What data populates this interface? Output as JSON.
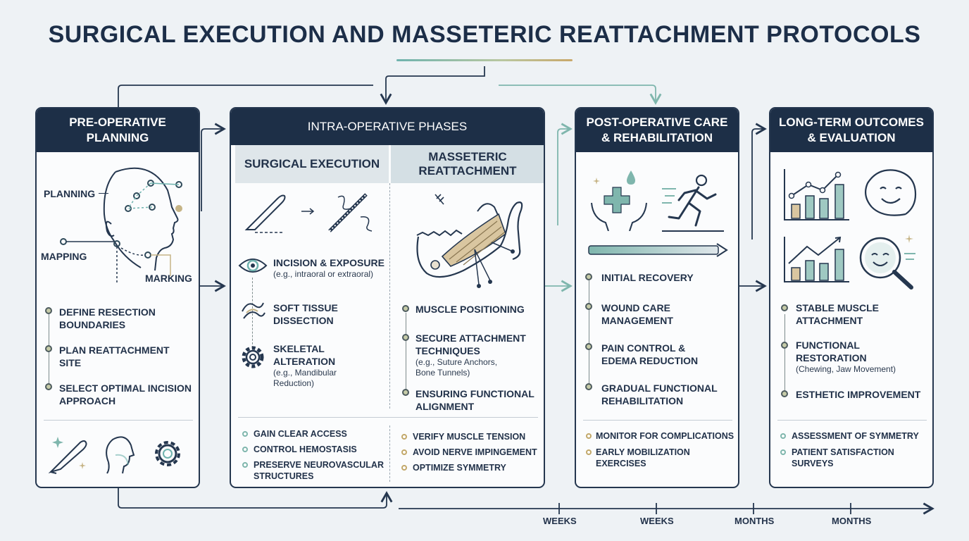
{
  "title": "SURGICAL EXECUTION AND MASSETERIC REATTACHMENT PROTOCOLS",
  "colors": {
    "navy": "#1d2f47",
    "teal": "#6fb3ae",
    "gold": "#c2a86a",
    "subheader_gray": "#dfe6ea"
  },
  "preop": {
    "header": "PRE-OPERATIVE\nPLANNING",
    "labels": {
      "planning": "PLANNING",
      "mapping": "MAPPING",
      "marking": "MARKING"
    },
    "items": [
      "DEFINE RESECTION\nBOUNDARIES",
      "PLAN REATTACHMENT\nSITE",
      "SELECT OPTIMAL INCISION\nAPPROACH"
    ],
    "icons": [
      "face-profile-icon",
      "scalpel-icon",
      "head-icon",
      "gear-icon"
    ]
  },
  "intraop": {
    "header": "INTRA-OPERATIVE PHASES",
    "surgical": {
      "header": "SURGICAL EXECUTION",
      "steps": [
        {
          "title": "INCISION & EXPOSURE",
          "detail": "(e.g., intraoral or extraoral)",
          "icon": "eye-icon"
        },
        {
          "title": "SOFT TISSUE\nDISSECTION",
          "detail": "",
          "icon": "tissue-icon"
        },
        {
          "title": "SKELETAL\nALTERATION",
          "detail": "(e.g., Mandibular\nReduction)",
          "icon": "gear-icon"
        }
      ],
      "notes": [
        "GAIN CLEAR ACCESS",
        "CONTROL HEMOSTASIS",
        "PRESERVE NEUROVASCULAR\nSTRUCTURES"
      ]
    },
    "masseteric": {
      "header": "MASSETERIC\nREATTACHMENT",
      "steps": [
        {
          "title": "MUSCLE POSITIONING",
          "detail": ""
        },
        {
          "title": "SECURE ATTACHMENT\nTECHNIQUES",
          "detail": "(e.g., Suture Anchors,\nBone Tunnels)"
        },
        {
          "title": "ENSURING FUNCTIONAL\nALIGNMENT",
          "detail": ""
        }
      ],
      "notes": [
        "VERIFY MUSCLE TENSION",
        "AVOID NERVE IMPINGEMENT",
        "OPTIMIZE SYMMETRY"
      ]
    }
  },
  "postop": {
    "header": "POST-OPERATIVE CARE\n& REHABILITATION",
    "items": [
      "INITIAL RECOVERY",
      "WOUND CARE\nMANAGEMENT",
      "PAIN CONTROL &\nEDEMA REDUCTION",
      "GRADUAL FUNCTIONAL\nREHABILITATION"
    ],
    "notes": [
      "MONITOR FOR COMPLICATIONS",
      "EARLY MOBILIZATION\nEXERCISES"
    ],
    "icons": [
      "medical-hands-icon",
      "running-person-icon",
      "progress-arrow-icon"
    ]
  },
  "longterm": {
    "header": "LONG-TERM OUTCOMES\n& EVALUATION",
    "items": [
      {
        "title": "STABLE MUSCLE\nATTACHMENT",
        "detail": ""
      },
      {
        "title": "FUNCTIONAL\nRESTORATION",
        "detail": "(Chewing, Jaw Movement)"
      },
      {
        "title": "ESTHETIC IMPROVEMENT",
        "detail": ""
      }
    ],
    "notes": [
      "ASSESSMENT OF SYMMETRY",
      "PATIENT SATISFACTION\nSURVEYS"
    ],
    "icons": [
      "bar-chart-icon",
      "smiley-face-icon",
      "trend-chart-icon",
      "magnifier-icon"
    ]
  },
  "timeline": {
    "labels": [
      "WEEKS",
      "WEEKS",
      "MONTHS",
      "MONTHS"
    ]
  }
}
